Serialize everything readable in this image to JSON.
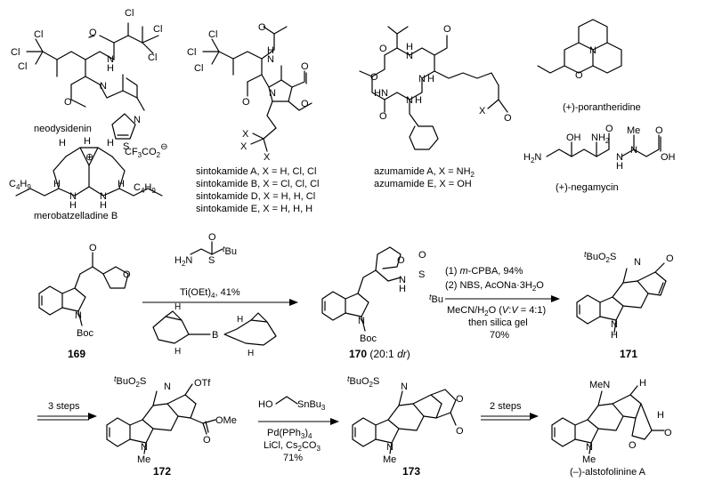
{
  "natural_products": {
    "neodysidenin": {
      "name": "neodysidenin",
      "atoms": {
        "cl3_a": "Cl",
        "cl3_b": "Cl",
        "cl3_c": "Cl",
        "cl1_a": "Cl",
        "cl1_b": "Cl",
        "cl1_c": "Cl",
        "o1": "O",
        "nh": "N",
        "h": "H",
        "n_me": "N",
        "o2": "O",
        "s": "S",
        "n_thz": "N"
      }
    },
    "merobatzelladine_b": {
      "name": "merobatzelladine B",
      "counterion": "CF",
      "counterion_sub": "3",
      "counterion_tail": "CO",
      "counterion_sub2": "2",
      "counterion_charge": "⊖",
      "cation_charge": "⊕",
      "left_chain": "C",
      "left_chain_sub": "4",
      "left_chain_tail": "H",
      "left_chain_sub2": "9",
      "right_chain": "C",
      "right_chain_sub": "4",
      "right_chain_tail": "H",
      "right_chain_sub2": "9",
      "atoms": {
        "n_left": "N",
        "n_right": "N",
        "h_left": "H",
        "h_right": "H",
        "h_top1": "H",
        "h_top2": "H",
        "h_top3": "H",
        "nh_left_h": "H",
        "nh_right_h": "H"
      }
    },
    "sintokamide": {
      "atoms": {
        "cl_a": "Cl",
        "cl_b": "Cl",
        "cl_c": "Cl",
        "o_acyl": "O",
        "nh": "N",
        "h": "H",
        "n_ring": "N",
        "o_ring": "O",
        "o_amide": "O",
        "o_me": "O",
        "x1": "X",
        "x2": "X",
        "x3": "X"
      },
      "variants": [
        "sintokamide A, X = H, Cl, Cl",
        "sintokamide B, X = Cl, Cl, Cl",
        "sintokamide D, X = H, H, Cl",
        "sintokamide E, X = H, H, H"
      ]
    },
    "azumamide": {
      "atoms": {
        "o1": "O",
        "nh1": "N",
        "h1": "H",
        "o2": "O",
        "nh2": "N",
        "h2": "H",
        "nh3": "N",
        "h3": "H",
        "nh4": "N",
        "h4": "H",
        "o3": "O",
        "o4": "O",
        "o5": "O",
        "x": "X"
      },
      "variants": [
        "azumamide A, X = NH",
        "azumamide E, X = OH"
      ],
      "variant_a_sub": "2"
    },
    "porantheridine": {
      "name": "(+)-porantheridine",
      "atoms": {
        "n": "N",
        "o": "O"
      }
    },
    "negamycin": {
      "name": "(+)-negamycin",
      "atoms": {
        "oh": "OH",
        "nh2_top": "NH",
        "nh2_top_sub": "2",
        "h2n": "H",
        "h2n_sub": "2",
        "h2n_tail": "N",
        "o1": "O",
        "nh": "N",
        "h": "H",
        "me": "Me",
        "n_me": "N",
        "o2": "O",
        "oh2": "OH"
      }
    }
  },
  "synthesis": {
    "compound_169": {
      "label": "169",
      "atoms": {
        "o_ketone": "O",
        "o_furan": "O",
        "n_indole": "N",
        "boc": "Boc"
      }
    },
    "step1": {
      "reagent_top_h": "H",
      "reagent_top_sub": "2",
      "reagent_top_n": "N",
      "reagent_s": "S",
      "reagent_o": "O",
      "reagent_tbu_sup": "t",
      "reagent_tbu": "Bu",
      "conditions": "Ti(OEt)",
      "conditions_sub": "4",
      "conditions_tail": ", 41%",
      "borane_b": "B",
      "borane_h1": "H",
      "borane_h2": "H",
      "borane_h3": "H",
      "borane_h4": "H"
    },
    "compound_170": {
      "label": "170",
      "label_note": " (20:1 ",
      "label_note_it": "dr",
      "label_note_end": ")",
      "atoms": {
        "o_furan": "O",
        "n_indole": "N",
        "boc": "Boc",
        "nh": "N",
        "h": "H",
        "s": "S",
        "o": "O",
        "tbu_sup": "t",
        "tbu": "Bu"
      }
    },
    "step2": {
      "line1_a": "(1) ",
      "line1_it": "m",
      "line1_b": "-CPBA, 94%",
      "line2_a": "(2) NBS, AcONa·3H",
      "line2_sub": "2",
      "line2_b": "O",
      "line3_a": "MeCN/H",
      "line3_sub": "2",
      "line3_b": "O (",
      "line3_it1": "V",
      "line3_c": ":",
      "line3_it2": "V",
      "line3_d": " = 4:1)",
      "line4": "then silica gel",
      "line5": "70%"
    },
    "compound_171": {
      "label": "171",
      "sulfonyl_sup": "t",
      "sulfonyl": "BuO",
      "sulfonyl_sub": "2",
      "sulfonyl_tail": "S",
      "atoms": {
        "n_bridge": "N",
        "o_enone": "O",
        "n_indole": "N",
        "h_indole": "H"
      }
    },
    "step3": {
      "text": "3 steps"
    },
    "compound_172": {
      "label": "172",
      "sulfonyl_sup": "t",
      "sulfonyl": "BuO",
      "sulfonyl_sub": "2",
      "sulfonyl_tail": "S",
      "otf": "OTf",
      "ome": "OMe",
      "atoms": {
        "n_bridge": "N",
        "o_ester": "O",
        "n_indole": "N",
        "me": "Me"
      }
    },
    "step4": {
      "reagent_ho": "HO",
      "reagent_sn": "SnBu",
      "reagent_sn_sub": "3",
      "line1_a": "Pd(PPh",
      "line1_sub": "3",
      "line1_b": ")",
      "line1_sub2": "4",
      "line2_a": "LiCl, Cs",
      "line2_sub": "2",
      "line2_b": "CO",
      "line2_sub2": "3",
      "line3": "71%"
    },
    "compound_173": {
      "label": "173",
      "sulfonyl_sup": "t",
      "sulfonyl": "BuO",
      "sulfonyl_sub": "2",
      "sulfonyl_tail": "S",
      "atoms": {
        "n_bridge": "N",
        "o_lactone": "O",
        "o_carbonyl": "O",
        "n_indole": "N",
        "me": "Me"
      }
    },
    "step5": {
      "text": "2 steps"
    },
    "alstofolinine": {
      "name": "(–)-alstofolinine A",
      "atoms": {
        "men": "MeN",
        "h1": "H",
        "h2": "H",
        "n_indole": "N",
        "me": "Me",
        "o_lactone": "O",
        "o_carbonyl": "O"
      }
    }
  }
}
